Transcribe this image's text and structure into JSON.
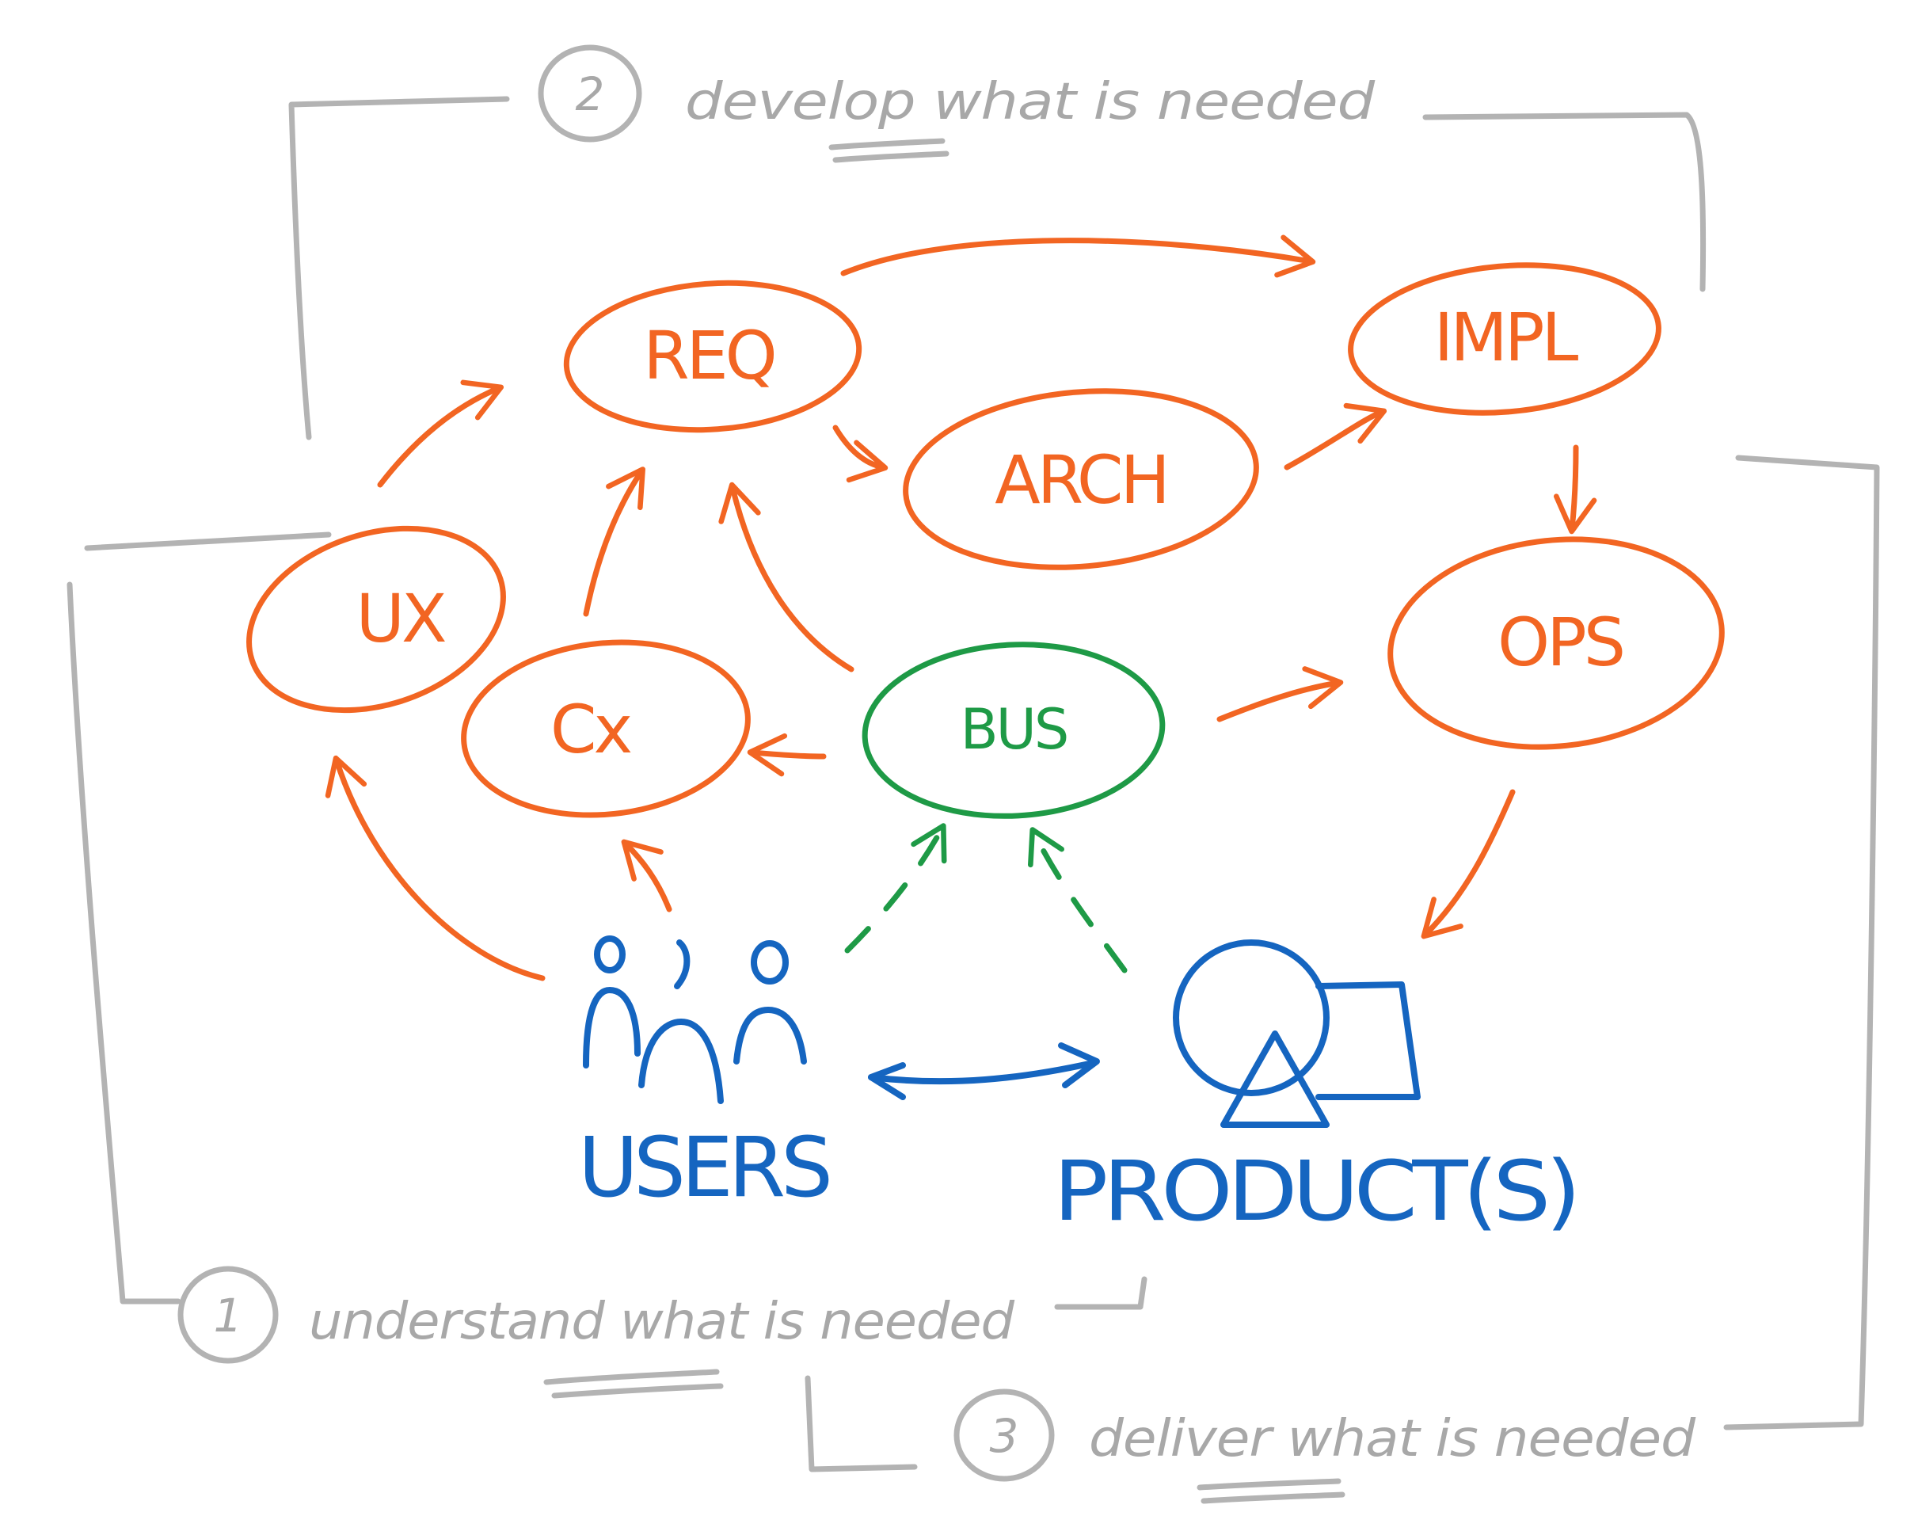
{
  "phases": [
    {
      "number": "1",
      "text": "understand what is needed"
    },
    {
      "number": "2",
      "text": "develop what is needed"
    },
    {
      "number": "3",
      "text": "deliver what is needed"
    }
  ],
  "nodes": {
    "req": "REQ",
    "impl": "IMPL",
    "arch": "ARCH",
    "ux": "UX",
    "cx": "Cx",
    "bus": "BUS",
    "ops": "OPS"
  },
  "actors": {
    "users": "USERS",
    "products": "PRODUCT(S)"
  },
  "colors": {
    "orange": "#f26522",
    "green": "#1e9a46",
    "blue": "#1565c0",
    "gray": "#b3b3b3"
  }
}
